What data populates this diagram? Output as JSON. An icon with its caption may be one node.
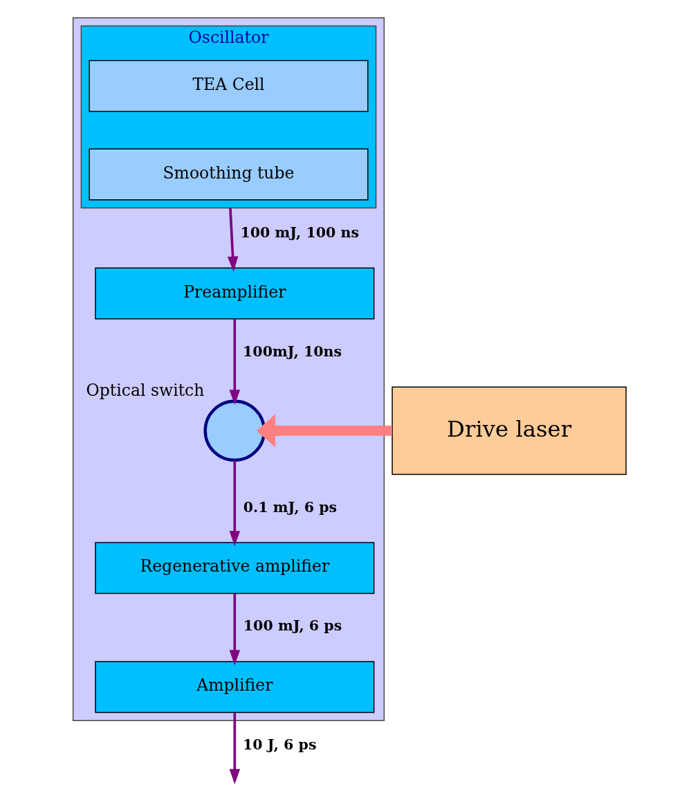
{
  "diagram": {
    "nodes": [
      {
        "text": [],
        "shape": "box"
      },
      {
        "text": [
          "Oscillator"
        ],
        "in": 0
      },
      {
        "text": [
          "TEA Cell"
        ],
        "in": 1
      },
      {
        "text": [
          "Smoothing tube"
        ],
        "in": 1
      },
      {
        "text": [
          "Preamplifier"
        ],
        "in": 0
      },
      {
        "text": [],
        "shape": "circle",
        "beside": [
          "Optical switch"
        ],
        "in": 0
      },
      {
        "text": [
          "Regenerative amplifier"
        ],
        "in": 0
      },
      {
        "text": [
          "Amplifier"
        ],
        "in": 0
      },
      {
        "text": [
          "Drive laser"
        ]
      }
    ],
    "edges": [
      {
        "from": 1,
        "to": 4,
        "arrow": "to",
        "label": "100 mJ, 100 ns"
      },
      {
        "from": 4,
        "to": 5,
        "arrow": "to",
        "label": "100mJ, 10ns"
      },
      {
        "from": 8,
        "to": 5,
        "arrow": "to",
        "style": "thick",
        "color": "#ff8080"
      },
      {
        "from": 5,
        "to": 6,
        "arrow": "to",
        "label": "0.1 mJ, 6 ps"
      },
      {
        "from": 6,
        "to": 7,
        "arrow": "to",
        "label": "100 mJ, 6 ps"
      },
      {
        "from": 7,
        "to": null,
        "arrow": "to",
        "label": "10 J, 6 ps"
      }
    ]
  }
}
